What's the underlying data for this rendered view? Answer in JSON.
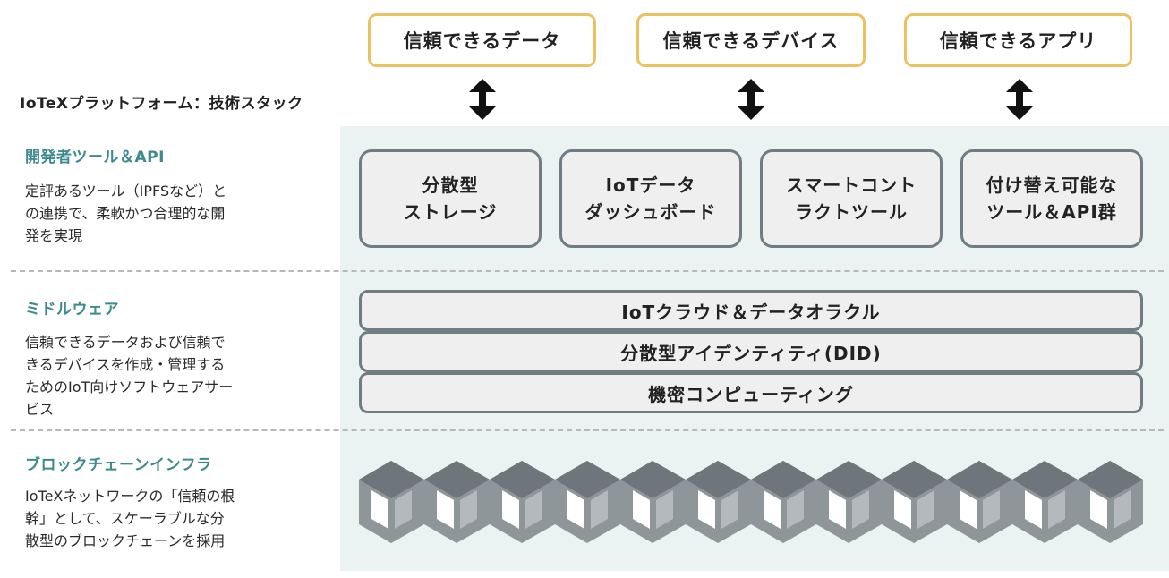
{
  "top_boxes": [
    "信頼できるデータ",
    "信頼できるデバイス",
    "信頼できるアプリ"
  ],
  "stack_title": "IoTeXプラットフォーム：技術スタック",
  "layers": [
    {
      "title": "開発者ツール＆API",
      "desc": [
        "定評あるツール（IPFSなど）と",
        "の連携で、柔軟かつ合理的な開",
        "発を実現"
      ]
    },
    {
      "title": "ミドルウェア",
      "desc": [
        "信頼できるデータおよび信頼で",
        "きるデバイスを作成・管理する",
        "ためのIoT向けソフトウェアサー",
        "ビス"
      ]
    },
    {
      "title": "ブロックチェーンインフラ",
      "desc": [
        "IoTeXネットワークの「信頼の根",
        "幹」として、スケーラブルな分",
        "散型のブロックチェーンを採用"
      ]
    }
  ],
  "tools": [
    [
      "分散型",
      "ストレージ"
    ],
    [
      "IoTデータ",
      "ダッシュボード"
    ],
    [
      "スマートコント",
      "ラクトツール"
    ],
    [
      "付け替え可能な",
      "ツール＆API群"
    ]
  ],
  "middleware": [
    "IoTクラウド＆データオラクル",
    "分散型アイデンティティ(DID)",
    "機密コンピューティング"
  ],
  "colors": {
    "accent_teal": "#3d8a8d",
    "top_border": "#ecc15f",
    "box_border": "#6f7d82",
    "box_fill": "#efefef",
    "panel_bg": "#ebf2f2",
    "cube_front": "#8f969a",
    "cube_top": "#6e767b",
    "cube_side": "#b3b9bc",
    "cube_face": "#ffffff"
  },
  "icons": {
    "arrow": "double-headed-vertical-arrow-icon",
    "cube": "blockchain-block-cube-icon"
  }
}
